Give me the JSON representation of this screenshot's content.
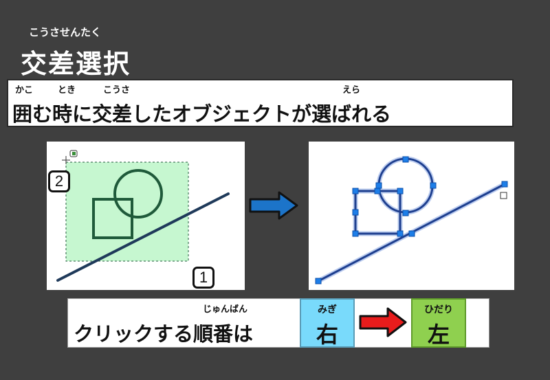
{
  "title": {
    "furigana": "こうさせんたく",
    "main": "交差選択"
  },
  "description": {
    "furigana_kako": "かこ",
    "furigana_toki": "とき",
    "furigana_kousa": "こうさ",
    "furigana_era": "えら",
    "text": "囲む時に交差したオブジェクトが選ばれる"
  },
  "before_panel": {
    "step1_label": "1",
    "step2_label": "2"
  },
  "order": {
    "furigana": "じゅんばん",
    "text": "クリックする順番は",
    "first": {
      "furigana": "みぎ",
      "label": "右",
      "color": "#79dafb"
    },
    "second": {
      "furigana": "ひだり",
      "label": "左",
      "color": "#8fd04f"
    }
  },
  "colors": {
    "background": "#3f3f3f",
    "selection_fill": "#c6f7d0",
    "shape_stroke": "#1f5a3a",
    "selected_stroke": "#1e3f8f",
    "handle": "#1d7ee8",
    "arrow_blue": "#1c74c9",
    "arrow_red": "#e81c1c"
  }
}
